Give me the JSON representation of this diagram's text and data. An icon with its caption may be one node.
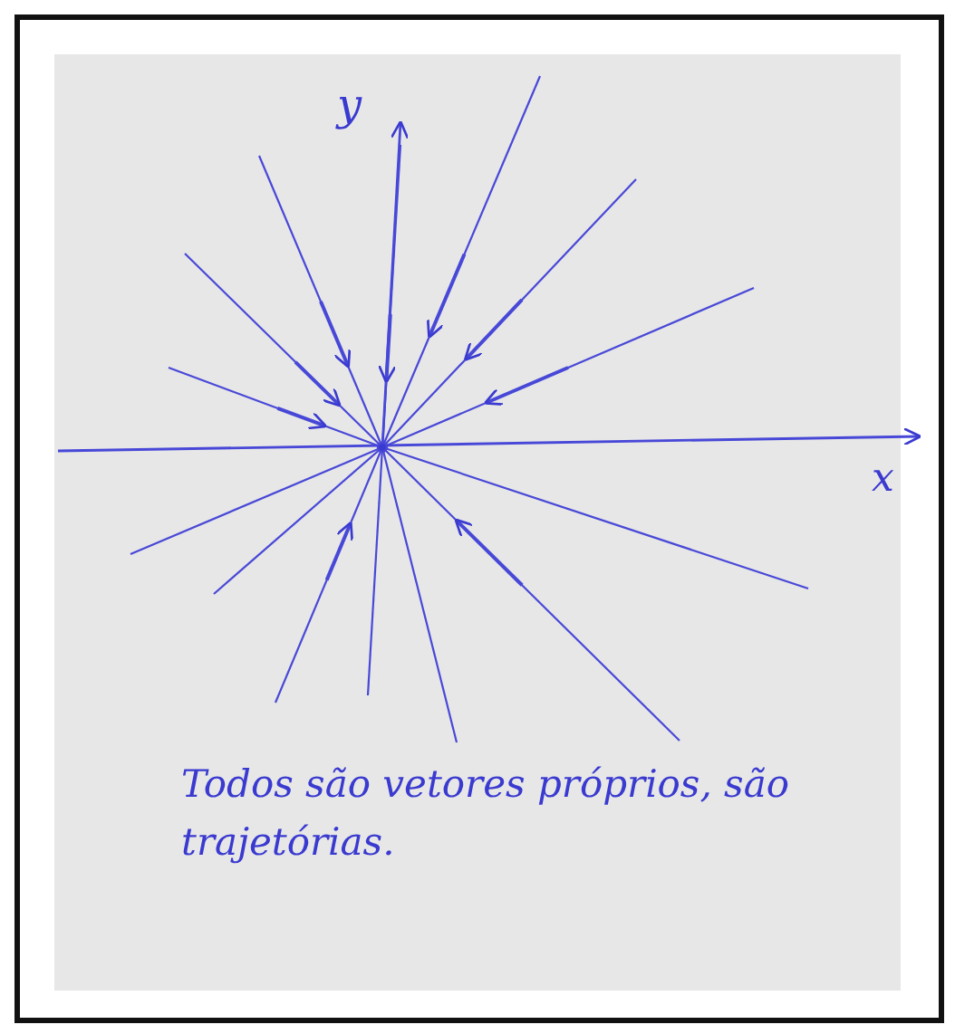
{
  "diagram": {
    "labels": [
      "y",
      "x",
      "Todos são vetores próprios, são trajetórias."
    ]
  }
}
